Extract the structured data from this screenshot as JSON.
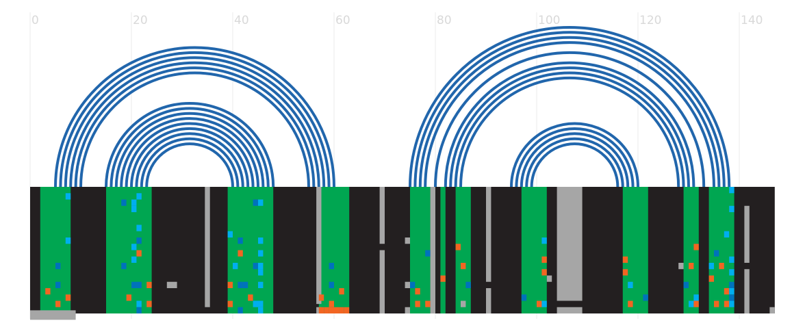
{
  "colors": {
    "background": "#ffffff",
    "gridline": "#ebebeb",
    "tick_text": "#d9d9d9",
    "arc": "#2166ac",
    "track": "#231f20",
    "stem": "#00a651",
    "grey": "#a6a6a6",
    "cyan": "#00aeef",
    "blue": "#0072bc",
    "orange": "#f26522"
  },
  "chart_data": {
    "type": "arc-diagram",
    "x_ticks": [
      "0",
      "20",
      "40",
      "60",
      "80",
      "100",
      "120",
      "140"
    ],
    "x_tick_values": [
      0,
      20,
      40,
      60,
      80,
      100,
      120,
      140
    ],
    "xlim": [
      0,
      147
    ],
    "stems": [
      {
        "from": 2,
        "to": 8
      },
      {
        "from": 15,
        "to": 24
      },
      {
        "from": 39,
        "to": 48
      },
      {
        "from": 57,
        "to": 63
      },
      {
        "from": 75,
        "to": 79
      },
      {
        "from": 81,
        "to": 82
      },
      {
        "from": 84,
        "to": 87
      },
      {
        "from": 97,
        "to": 102
      },
      {
        "from": 117,
        "to": 122
      },
      {
        "from": 129,
        "to": 132
      },
      {
        "from": 134,
        "to": 139
      }
    ],
    "arc_groups": [
      {
        "center": 32.5,
        "radii": [
          27.5,
          26.5,
          25.5,
          24.5,
          23.5,
          22.5
        ]
      },
      {
        "center": 31.5,
        "radii": [
          16.5,
          15.5,
          14.5,
          13.5,
          12.5,
          11.5,
          10.5,
          9.5,
          8.5
        ]
      },
      {
        "center": 106.5,
        "radii": [
          31.5,
          30.5,
          29.5,
          28.5,
          26.5
        ]
      },
      {
        "center": 106.5,
        "radii": [
          24.5,
          23.5,
          22.5,
          21.5
        ]
      },
      {
        "center": 107.5,
        "radii": [
          12.5,
          11.5,
          10.5,
          9.5,
          8.5
        ]
      }
    ],
    "grey_marks": [
      {
        "x": 0,
        "w": 9,
        "row": 19.5,
        "h": 1.5
      },
      {
        "x": 56.5,
        "w": 1,
        "row": 0,
        "h": 18.5
      },
      {
        "x": 56.5,
        "w": 1,
        "row": 19,
        "h": 1
      },
      {
        "x": 34.5,
        "w": 1,
        "row": 0,
        "h": 19
      },
      {
        "x": 27,
        "w": 2,
        "row": 15,
        "h": 1
      },
      {
        "x": 69,
        "w": 1,
        "row": 0,
        "h": 9
      },
      {
        "x": 69,
        "w": 1,
        "row": 10,
        "h": 10
      },
      {
        "x": 74,
        "w": 1,
        "row": 8,
        "h": 1
      },
      {
        "x": 74,
        "w": 1,
        "row": 15,
        "h": 1
      },
      {
        "x": 74,
        "w": 1,
        "row": 19,
        "h": 1
      },
      {
        "x": 79,
        "w": 1,
        "row": 0,
        "h": 20
      },
      {
        "x": 90,
        "w": 1,
        "row": 0,
        "h": 15
      },
      {
        "x": 90,
        "w": 1,
        "row": 16,
        "h": 4
      },
      {
        "x": 104,
        "w": 5,
        "row": 0,
        "h": 18
      },
      {
        "x": 104,
        "w": 5,
        "row": 19,
        "h": 1
      },
      {
        "x": 102,
        "w": 1,
        "row": 14,
        "h": 1
      },
      {
        "x": 85,
        "w": 1,
        "row": 18,
        "h": 1
      },
      {
        "x": 128,
        "w": 1,
        "row": 12,
        "h": 1
      },
      {
        "x": 141,
        "w": 1,
        "row": 3,
        "h": 9
      },
      {
        "x": 141,
        "w": 1,
        "row": 13,
        "h": 7
      },
      {
        "x": 146,
        "w": 1,
        "row": 19,
        "h": 1
      },
      {
        "x": 3,
        "w": 1,
        "row": 0,
        "h": 0
      }
    ],
    "cells": [
      {
        "x": 7,
        "row": 1,
        "c": "cyan"
      },
      {
        "x": 7,
        "row": 8,
        "c": "cyan"
      },
      {
        "x": 5,
        "row": 12,
        "c": "blue"
      },
      {
        "x": 5,
        "row": 15,
        "c": "blue"
      },
      {
        "x": 3,
        "row": 16,
        "c": "orange"
      },
      {
        "x": 7,
        "row": 17,
        "c": "orange"
      },
      {
        "x": 5,
        "row": 18,
        "c": "orange"
      },
      {
        "x": 18,
        "row": 2,
        "c": "blue"
      },
      {
        "x": 20,
        "row": 2,
        "c": "cyan"
      },
      {
        "x": 20,
        "row": 3,
        "c": "cyan"
      },
      {
        "x": 21,
        "row": 1,
        "c": "cyan"
      },
      {
        "x": 21,
        "row": 6,
        "c": "cyan"
      },
      {
        "x": 21,
        "row": 8,
        "c": "blue"
      },
      {
        "x": 20,
        "row": 9,
        "c": "cyan"
      },
      {
        "x": 21,
        "row": 10,
        "c": "orange"
      },
      {
        "x": 20,
        "row": 11,
        "c": "cyan"
      },
      {
        "x": 18,
        "row": 12,
        "c": "blue"
      },
      {
        "x": 20,
        "row": 15,
        "c": "blue"
      },
      {
        "x": 21,
        "row": 15,
        "c": "blue"
      },
      {
        "x": 23,
        "row": 15,
        "c": "orange"
      },
      {
        "x": 19,
        "row": 17,
        "c": "orange"
      },
      {
        "x": 21,
        "row": 18,
        "c": "cyan"
      },
      {
        "x": 23,
        "row": 18,
        "c": "orange"
      },
      {
        "x": 21,
        "row": 19,
        "c": "blue"
      },
      {
        "x": 44,
        "row": 2,
        "c": "blue"
      },
      {
        "x": 45,
        "row": 2,
        "c": "cyan"
      },
      {
        "x": 39,
        "row": 7,
        "c": "cyan"
      },
      {
        "x": 41,
        "row": 8,
        "c": "blue"
      },
      {
        "x": 45,
        "row": 8,
        "c": "cyan"
      },
      {
        "x": 41,
        "row": 10,
        "c": "orange"
      },
      {
        "x": 45,
        "row": 10,
        "c": "cyan"
      },
      {
        "x": 40,
        "row": 12,
        "c": "cyan"
      },
      {
        "x": 44,
        "row": 12,
        "c": "blue"
      },
      {
        "x": 45,
        "row": 12,
        "c": "cyan"
      },
      {
        "x": 45,
        "row": 13,
        "c": "cyan"
      },
      {
        "x": 39,
        "row": 15,
        "c": "orange"
      },
      {
        "x": 41,
        "row": 15,
        "c": "blue"
      },
      {
        "x": 42,
        "row": 15,
        "c": "blue"
      },
      {
        "x": 45,
        "row": 15,
        "c": "cyan"
      },
      {
        "x": 43,
        "row": 17,
        "c": "orange"
      },
      {
        "x": 39,
        "row": 18,
        "c": "orange"
      },
      {
        "x": 44,
        "row": 18,
        "c": "cyan"
      },
      {
        "x": 45,
        "row": 18,
        "c": "cyan"
      },
      {
        "x": 41,
        "row": 19,
        "c": "blue"
      },
      {
        "x": 45,
        "row": 19,
        "c": "cyan"
      },
      {
        "x": 59,
        "row": 12,
        "c": "blue"
      },
      {
        "x": 59,
        "row": 15,
        "c": "blue"
      },
      {
        "x": 61,
        "row": 16,
        "c": "orange"
      },
      {
        "x": 57,
        "row": 17,
        "c": "orange"
      },
      {
        "x": 59,
        "row": 18,
        "c": "orange"
      },
      {
        "x": 78,
        "row": 10,
        "c": "blue"
      },
      {
        "x": 75,
        "row": 15,
        "c": "blue"
      },
      {
        "x": 76,
        "row": 16,
        "c": "orange"
      },
      {
        "x": 76,
        "row": 18,
        "c": "orange"
      },
      {
        "x": 78,
        "row": 18,
        "c": "orange"
      },
      {
        "x": 81,
        "row": 14,
        "c": "orange"
      },
      {
        "x": 84,
        "row": 9,
        "c": "orange"
      },
      {
        "x": 85,
        "row": 12,
        "c": "orange"
      },
      {
        "x": 86,
        "row": 15,
        "c": "blue"
      },
      {
        "x": 101,
        "row": 8,
        "c": "cyan"
      },
      {
        "x": 101,
        "row": 11,
        "c": "orange"
      },
      {
        "x": 101,
        "row": 13,
        "c": "orange"
      },
      {
        "x": 97,
        "row": 17,
        "c": "blue"
      },
      {
        "x": 100,
        "row": 18,
        "c": "orange"
      },
      {
        "x": 101,
        "row": 18,
        "c": "cyan"
      },
      {
        "x": 117,
        "row": 11,
        "c": "orange"
      },
      {
        "x": 117,
        "row": 13,
        "c": "orange"
      },
      {
        "x": 118,
        "row": 15,
        "c": "cyan"
      },
      {
        "x": 118,
        "row": 18,
        "c": "orange"
      },
      {
        "x": 121,
        "row": 17,
        "c": "blue"
      },
      {
        "x": 131,
        "row": 9,
        "c": "orange"
      },
      {
        "x": 130,
        "row": 12,
        "c": "orange"
      },
      {
        "x": 129,
        "row": 15,
        "c": "blue"
      },
      {
        "x": 131,
        "row": 17,
        "c": "cyan"
      },
      {
        "x": 130,
        "row": 18,
        "c": "cyan"
      },
      {
        "x": 131,
        "row": 18,
        "c": "orange"
      },
      {
        "x": 138,
        "row": 0,
        "c": "cyan"
      },
      {
        "x": 138,
        "row": 3,
        "c": "cyan"
      },
      {
        "x": 137,
        "row": 7,
        "c": "cyan"
      },
      {
        "x": 135,
        "row": 10,
        "c": "blue"
      },
      {
        "x": 138,
        "row": 11,
        "c": "cyan"
      },
      {
        "x": 134,
        "row": 12,
        "c": "cyan"
      },
      {
        "x": 136,
        "row": 12,
        "c": "orange"
      },
      {
        "x": 138,
        "row": 13,
        "c": "cyan"
      },
      {
        "x": 134,
        "row": 14,
        "c": "orange"
      },
      {
        "x": 138,
        "row": 15,
        "c": "blue"
      },
      {
        "x": 137,
        "row": 16,
        "c": "orange"
      },
      {
        "x": 138,
        "row": 16,
        "c": "cyan"
      },
      {
        "x": 138,
        "row": 17,
        "c": "blue"
      },
      {
        "x": 135,
        "row": 18,
        "c": "orange"
      },
      {
        "x": 137,
        "row": 18,
        "c": "orange"
      },
      {
        "x": 138,
        "row": 18,
        "c": "cyan"
      },
      {
        "x": 57,
        "row": 19,
        "c": "orange"
      },
      {
        "x": 58,
        "row": 19,
        "c": "orange"
      },
      {
        "x": 59,
        "row": 19,
        "c": "orange"
      },
      {
        "x": 60,
        "row": 19,
        "c": "orange"
      },
      {
        "x": 61,
        "row": 19,
        "c": "orange"
      },
      {
        "x": 62,
        "row": 19,
        "c": "orange"
      }
    ]
  }
}
